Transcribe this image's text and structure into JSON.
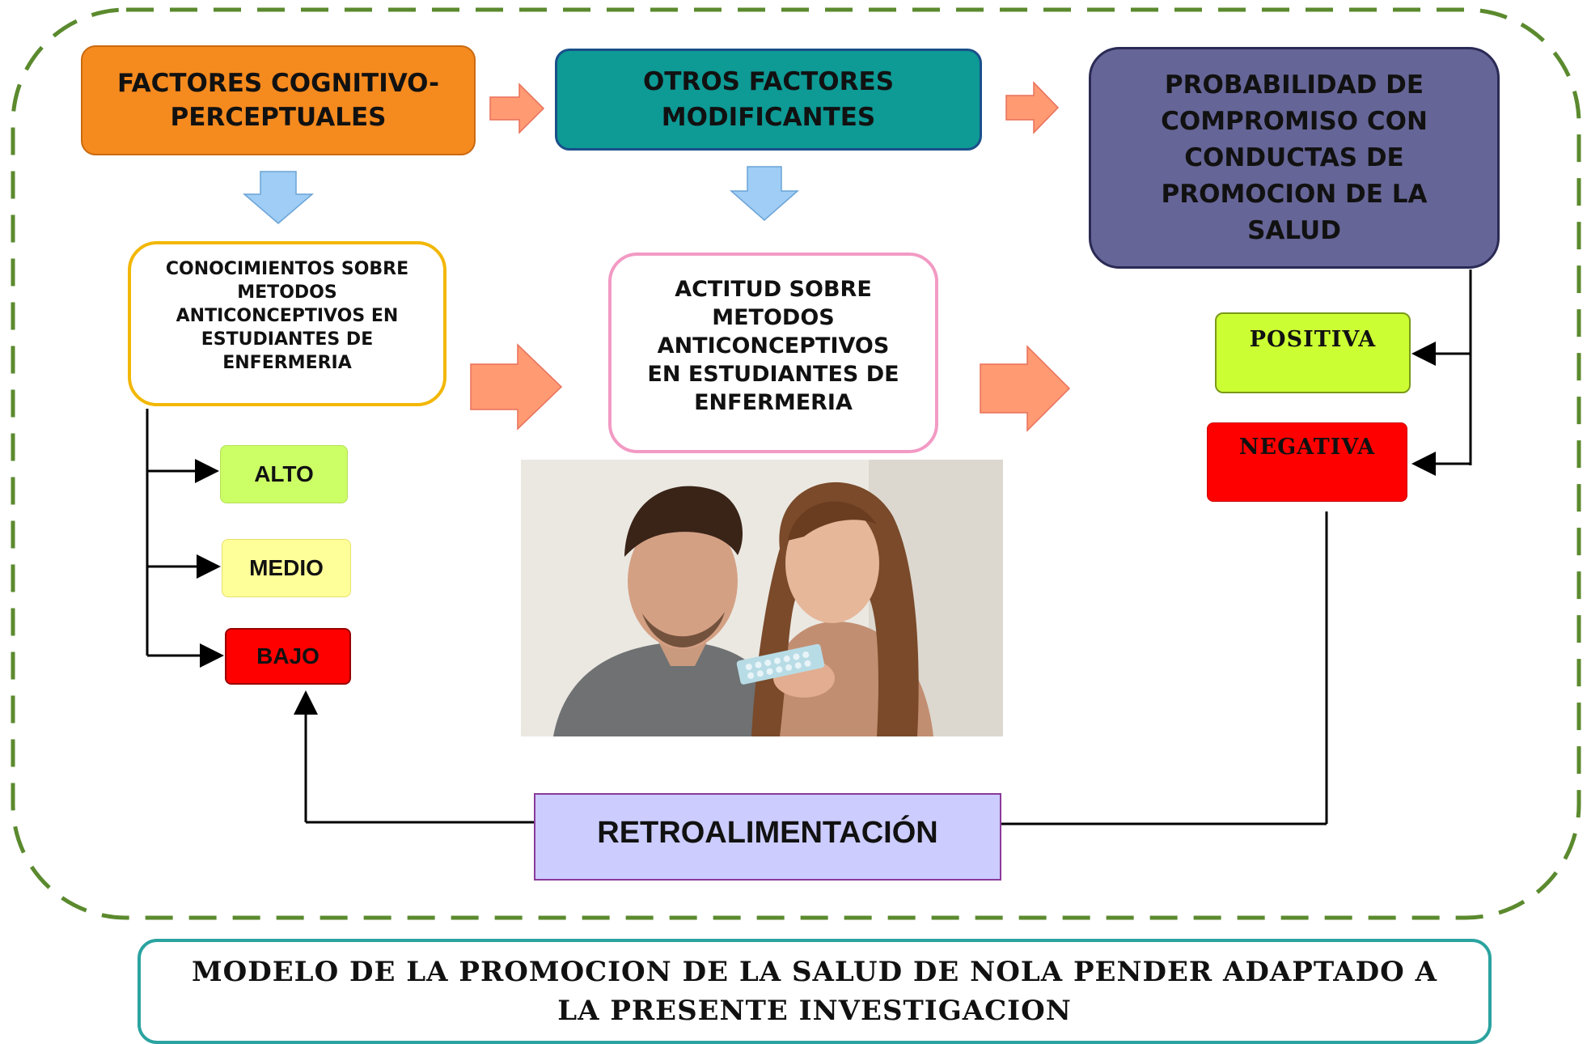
{
  "nodes": {
    "cognitive": "FACTORES COGNITIVO-PERCEPTUALES",
    "other_factors": "OTROS FACTORES MODIFICANTES",
    "probability": "PROBABILIDAD DE COMPROMISO CON CONDUCTAS DE PROMOCION DE LA SALUD",
    "knowledge": "CONOCIMIENTOS SOBRE METODOS ANTICONCEPTIVOS EN ESTUDIANTES DE ENFERMERIA",
    "attitude": "ACTITUD SOBRE METODOS ANTICONCEPTIVOS EN ESTUDIANTES DE ENFERMERIA",
    "positive": "POSITIVA",
    "negative": "NEGATIVA",
    "high": "ALTO",
    "medium": "MEDIO",
    "low": "BAJO",
    "feedback": "RETROALIMENTACIÓN"
  },
  "caption": "MODELO DE LA PROMOCION DE LA SALUD DE NOLA PENDER ADAPTADO A LA PRESENTE INVESTIGACION",
  "colors": {
    "frame_dash": "#5b8a2e",
    "cognitive": "#f58a1f",
    "other_factors": "#0e9a95",
    "probability": "#666597",
    "knowledge_border": "#f2b705",
    "attitude_border": "#f29ac4",
    "positive": "#ccff33",
    "negative": "#ff0000",
    "high": "#ccff66",
    "medium": "#ffff99",
    "low": "#ff0000",
    "feedback": "#ccccff",
    "right_arrow": "#ff9a73",
    "down_arrow": "#9fcdf5",
    "caption_border": "#2ba3a0"
  }
}
